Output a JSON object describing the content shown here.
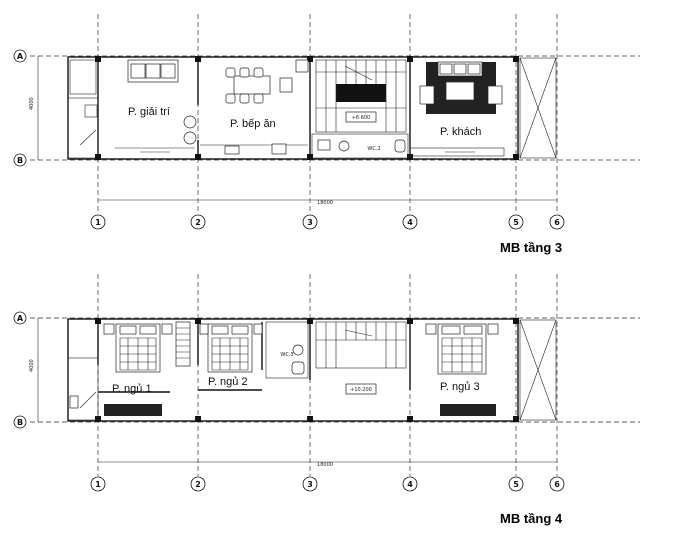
{
  "floors": [
    {
      "title": "MB tầng 3",
      "rooms": [
        "P. giải trí",
        "P. bếp ăn",
        "P. khách"
      ],
      "wc_label": "WC.2",
      "level_label": "+6.600",
      "dimension": "18000",
      "side_dimension": "4000"
    },
    {
      "title": "MB tầng 4",
      "rooms": [
        "P. ngủ 1",
        "P. ngủ 2",
        "P. ngủ 3"
      ],
      "wc_label": "WC.3",
      "level_label": "+10.200",
      "dimension": "18000",
      "side_dimension": "4000"
    }
  ],
  "axes": {
    "columns": [
      "1",
      "2",
      "3",
      "4",
      "5",
      "6"
    ],
    "rows": [
      "A",
      "B"
    ]
  }
}
